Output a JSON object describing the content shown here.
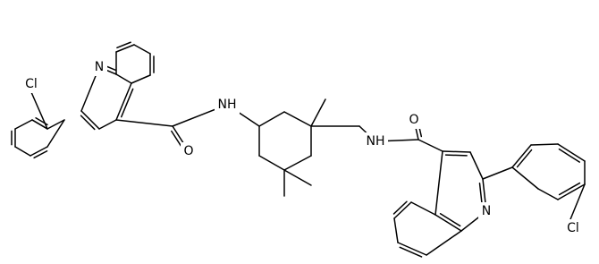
{
  "labels": {
    "cl_left": "Cl",
    "n_left": "N",
    "nh_left": "NH",
    "o_left": "O",
    "o_right": "O",
    "nh_right": "NH",
    "n_right": "N",
    "cl_right": "Cl"
  }
}
